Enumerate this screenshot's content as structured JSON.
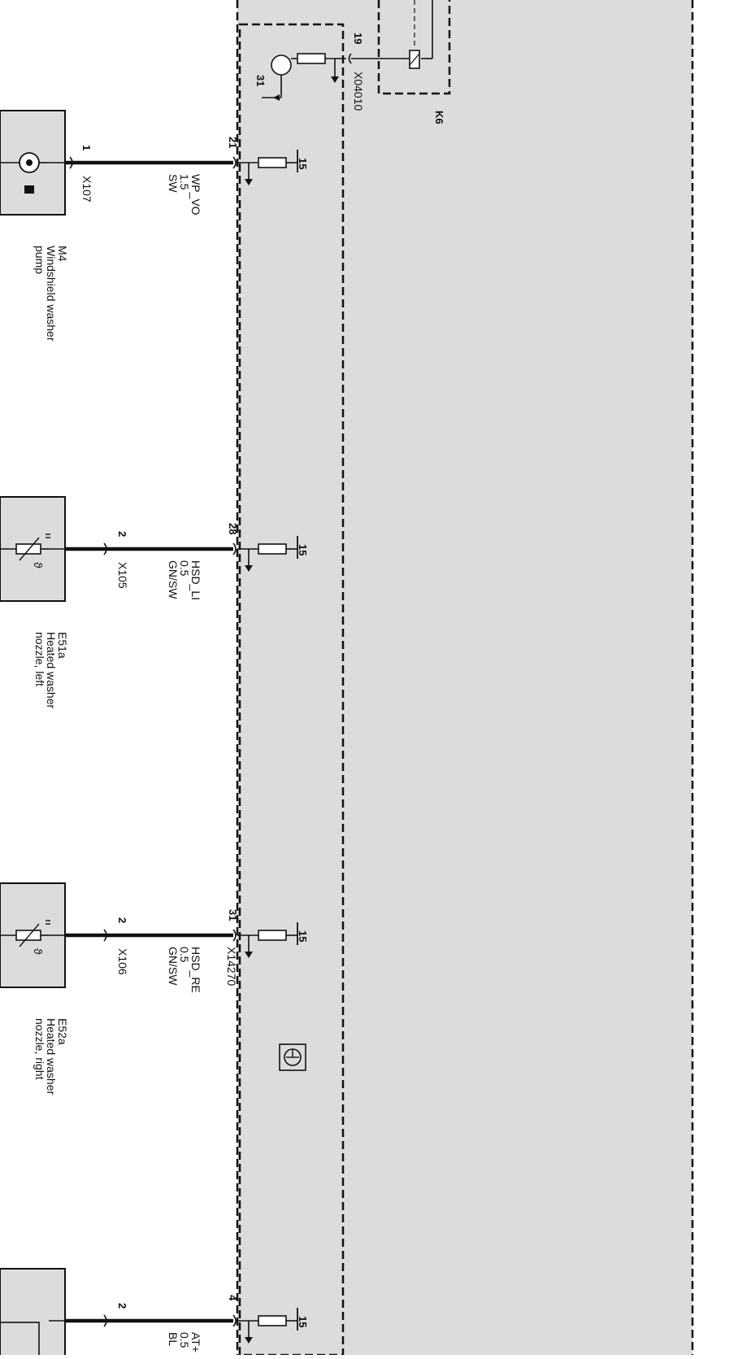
{
  "diagram": {
    "module_top": {
      "relay_label": "K6",
      "connector_label": "X04010",
      "pin": "19",
      "ground_label": "31"
    },
    "module_ground_label": "15",
    "wires": [
      {
        "pin": "21",
        "signal": "WP_VO",
        "cross_section": "1.5",
        "color": "SW",
        "connector": "X107",
        "device_pin": "1",
        "device_id": "M4",
        "device_name_1": "Windshield washer",
        "device_name_2": "pump",
        "device_type": "motor"
      },
      {
        "pin": "28",
        "signal": "HSD_LI",
        "cross_section": "0.5",
        "color": "GN/SW",
        "connector": "X105",
        "device_pin": "2",
        "device_id": "E51a",
        "device_name_1": "Heated washer",
        "device_name_2": "nozzle, left",
        "device_type": "heater"
      },
      {
        "pin": "31",
        "signal": "HSD_RE",
        "cross_section": "0.5",
        "color": "GN/SW",
        "connector": "X106",
        "device_pin": "2",
        "device_id": "E52a",
        "device_name_1": "Heated washer",
        "device_name_2": "nozzle, right",
        "device_type": "heater",
        "module_connector": "X14270"
      },
      {
        "pin": "4",
        "signal": "AT+",
        "cross_section": "0.5",
        "color": "BL",
        "connector": "",
        "device_pin": "2",
        "device_id": "",
        "device_name_1": "",
        "device_name_2": "",
        "device_type": "partial"
      }
    ]
  }
}
